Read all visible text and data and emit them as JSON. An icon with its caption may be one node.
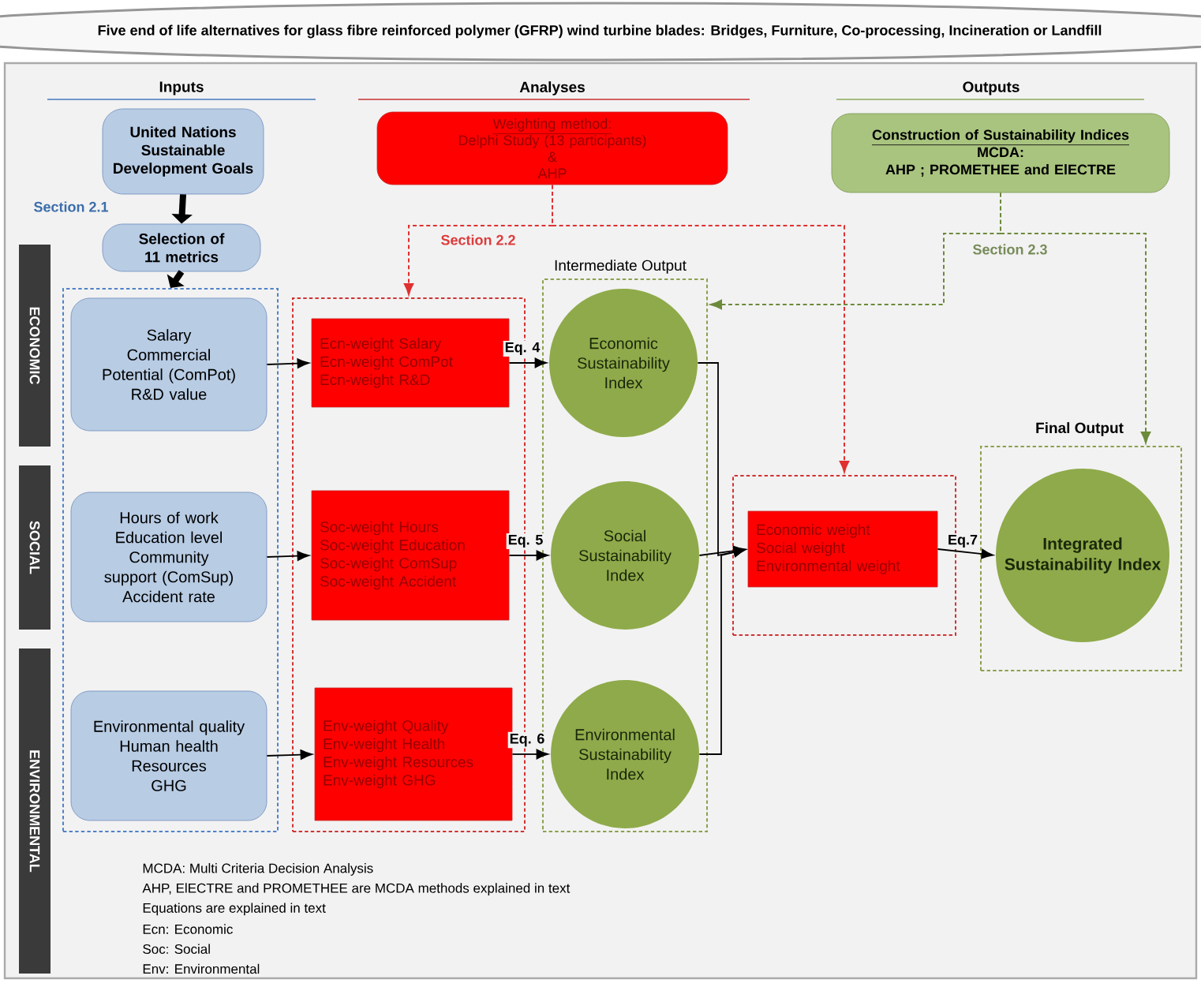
{
  "diagram": {
    "title": "Five end of life alternatives for glass fibre reinforced polymer (GFRP) wind turbine blades: Bridges, Furniture, Co-processing, Incineration or Landfill",
    "nodes": [
      {
        "text": [
          "United Nations Sustainable Development Goals"
        ]
      },
      {
        "text": [
          "Selection of 11 metrics"
        ]
      },
      {
        "text": [],
        "shape": "box"
      },
      {
        "text": [
          "ECONOMIC"
        ]
      },
      {
        "text": [
          "SOCIAL"
        ]
      },
      {
        "text": [
          "ENVIRONMENTAL"
        ]
      },
      {
        "text": [
          "Salary",
          "Commercial Potential (ComPot)",
          "R&D value"
        ],
        "in": 2
      },
      {
        "text": [
          "Hours of work",
          "Education level",
          "Community support (ComSup)",
          "Accident rate"
        ],
        "in": 2
      },
      {
        "text": [
          "Environmental quality",
          "Human health",
          "Resources",
          "GHG"
        ],
        "in": 2
      },
      {
        "text": [],
        "shape": "box"
      },
      {
        "text": [
          "Ecn-weight Salary",
          "Ecn-weight ComPot",
          "Ecn-weight R&D"
        ],
        "in": 9
      },
      {
        "text": [
          "Soc-weight Hours",
          "Soc-weight Education",
          "Soc-weight ComSup",
          "Soc-weight Accident"
        ],
        "in": 9
      },
      {
        "text": [
          "Env-weight Quality",
          "Env-weight Health",
          "Env-weight Resources",
          "Env-weight GHG"
        ],
        "in": 9
      },
      {
        "text": [
          "Weighting method:",
          "Delphi Study (13 participants)",
          "&",
          "AHP"
        ]
      },
      {
        "text": [
          "Construction of Sustainability Indices",
          "MCDA:",
          "AHP ; PROMETHEE and ElECTRE"
        ]
      },
      {
        "text": [],
        "shape": "box",
        "beside": [
          "Intermediate Output"
        ]
      },
      {
        "text": [
          "Economic Sustainability Index"
        ],
        "in": 15
      },
      {
        "text": [
          "Social Sustainability Index"
        ],
        "in": 15
      },
      {
        "text": [
          "Environmental Sustainability Index"
        ],
        "in": 15
      },
      {
        "text": [],
        "shape": "box"
      },
      {
        "text": [
          "Economic weight",
          "Social weight",
          "Environmental weight"
        ],
        "in": 19
      },
      {
        "text": [],
        "shape": "box",
        "beside": [
          "Final Output"
        ]
      },
      {
        "text": [
          "Integrated Sustainability Index"
        ],
        "in": 21
      }
    ],
    "edges": [
      {
        "from": 0,
        "to": 1,
        "arrow": "to",
        "style": "thick"
      },
      {
        "from": 1,
        "to": 2,
        "arrow": "to",
        "style": "thick"
      },
      {
        "from": 6,
        "to": 10,
        "arrow": "to"
      },
      {
        "from": 7,
        "to": 11,
        "arrow": "to"
      },
      {
        "from": 8,
        "to": 12,
        "arrow": "to"
      },
      {
        "from": 10,
        "to": 16,
        "arrow": "to",
        "label": "Eq. 4"
      },
      {
        "from": 11,
        "to": 17,
        "arrow": "to",
        "label": "Eq. 5"
      },
      {
        "from": 12,
        "to": 18,
        "arrow": "to",
        "label": "Eq. 6"
      },
      {
        "from": 13,
        "to": 9,
        "arrow": "to",
        "style": "dashed",
        "color": "#e03030",
        "label": "Section 2.2"
      },
      {
        "from": 13,
        "to": 19,
        "arrow": "to",
        "style": "dashed",
        "color": "#e03030"
      },
      {
        "from": 14,
        "to": 15,
        "arrow": "to",
        "style": "dashed",
        "color": "#6b8a3a",
        "label": "Section 2.3"
      },
      {
        "from": 14,
        "to": 21,
        "arrow": "to",
        "style": "dashed",
        "color": "#6b8a3a"
      },
      {
        "from": 16,
        "to": 20,
        "arrow": "to"
      },
      {
        "from": 17,
        "to": 20,
        "arrow": "to"
      },
      {
        "from": 18,
        "to": 20,
        "arrow": "to"
      },
      {
        "from": 20,
        "to": 22,
        "arrow": "to",
        "label": "Eq.7"
      }
    ],
    "labels": [
      "Inputs",
      "Analyses",
      "Outputs",
      "Section 2.1",
      "MCDA: Multi Criteria Decision Analysis",
      "AHP, ElECTRE and PROMETHEE are MCDA methods explained in text",
      "Equations are explained in text",
      "Ecn: Economic",
      "Soc: Social",
      "Env: Environmental"
    ]
  }
}
